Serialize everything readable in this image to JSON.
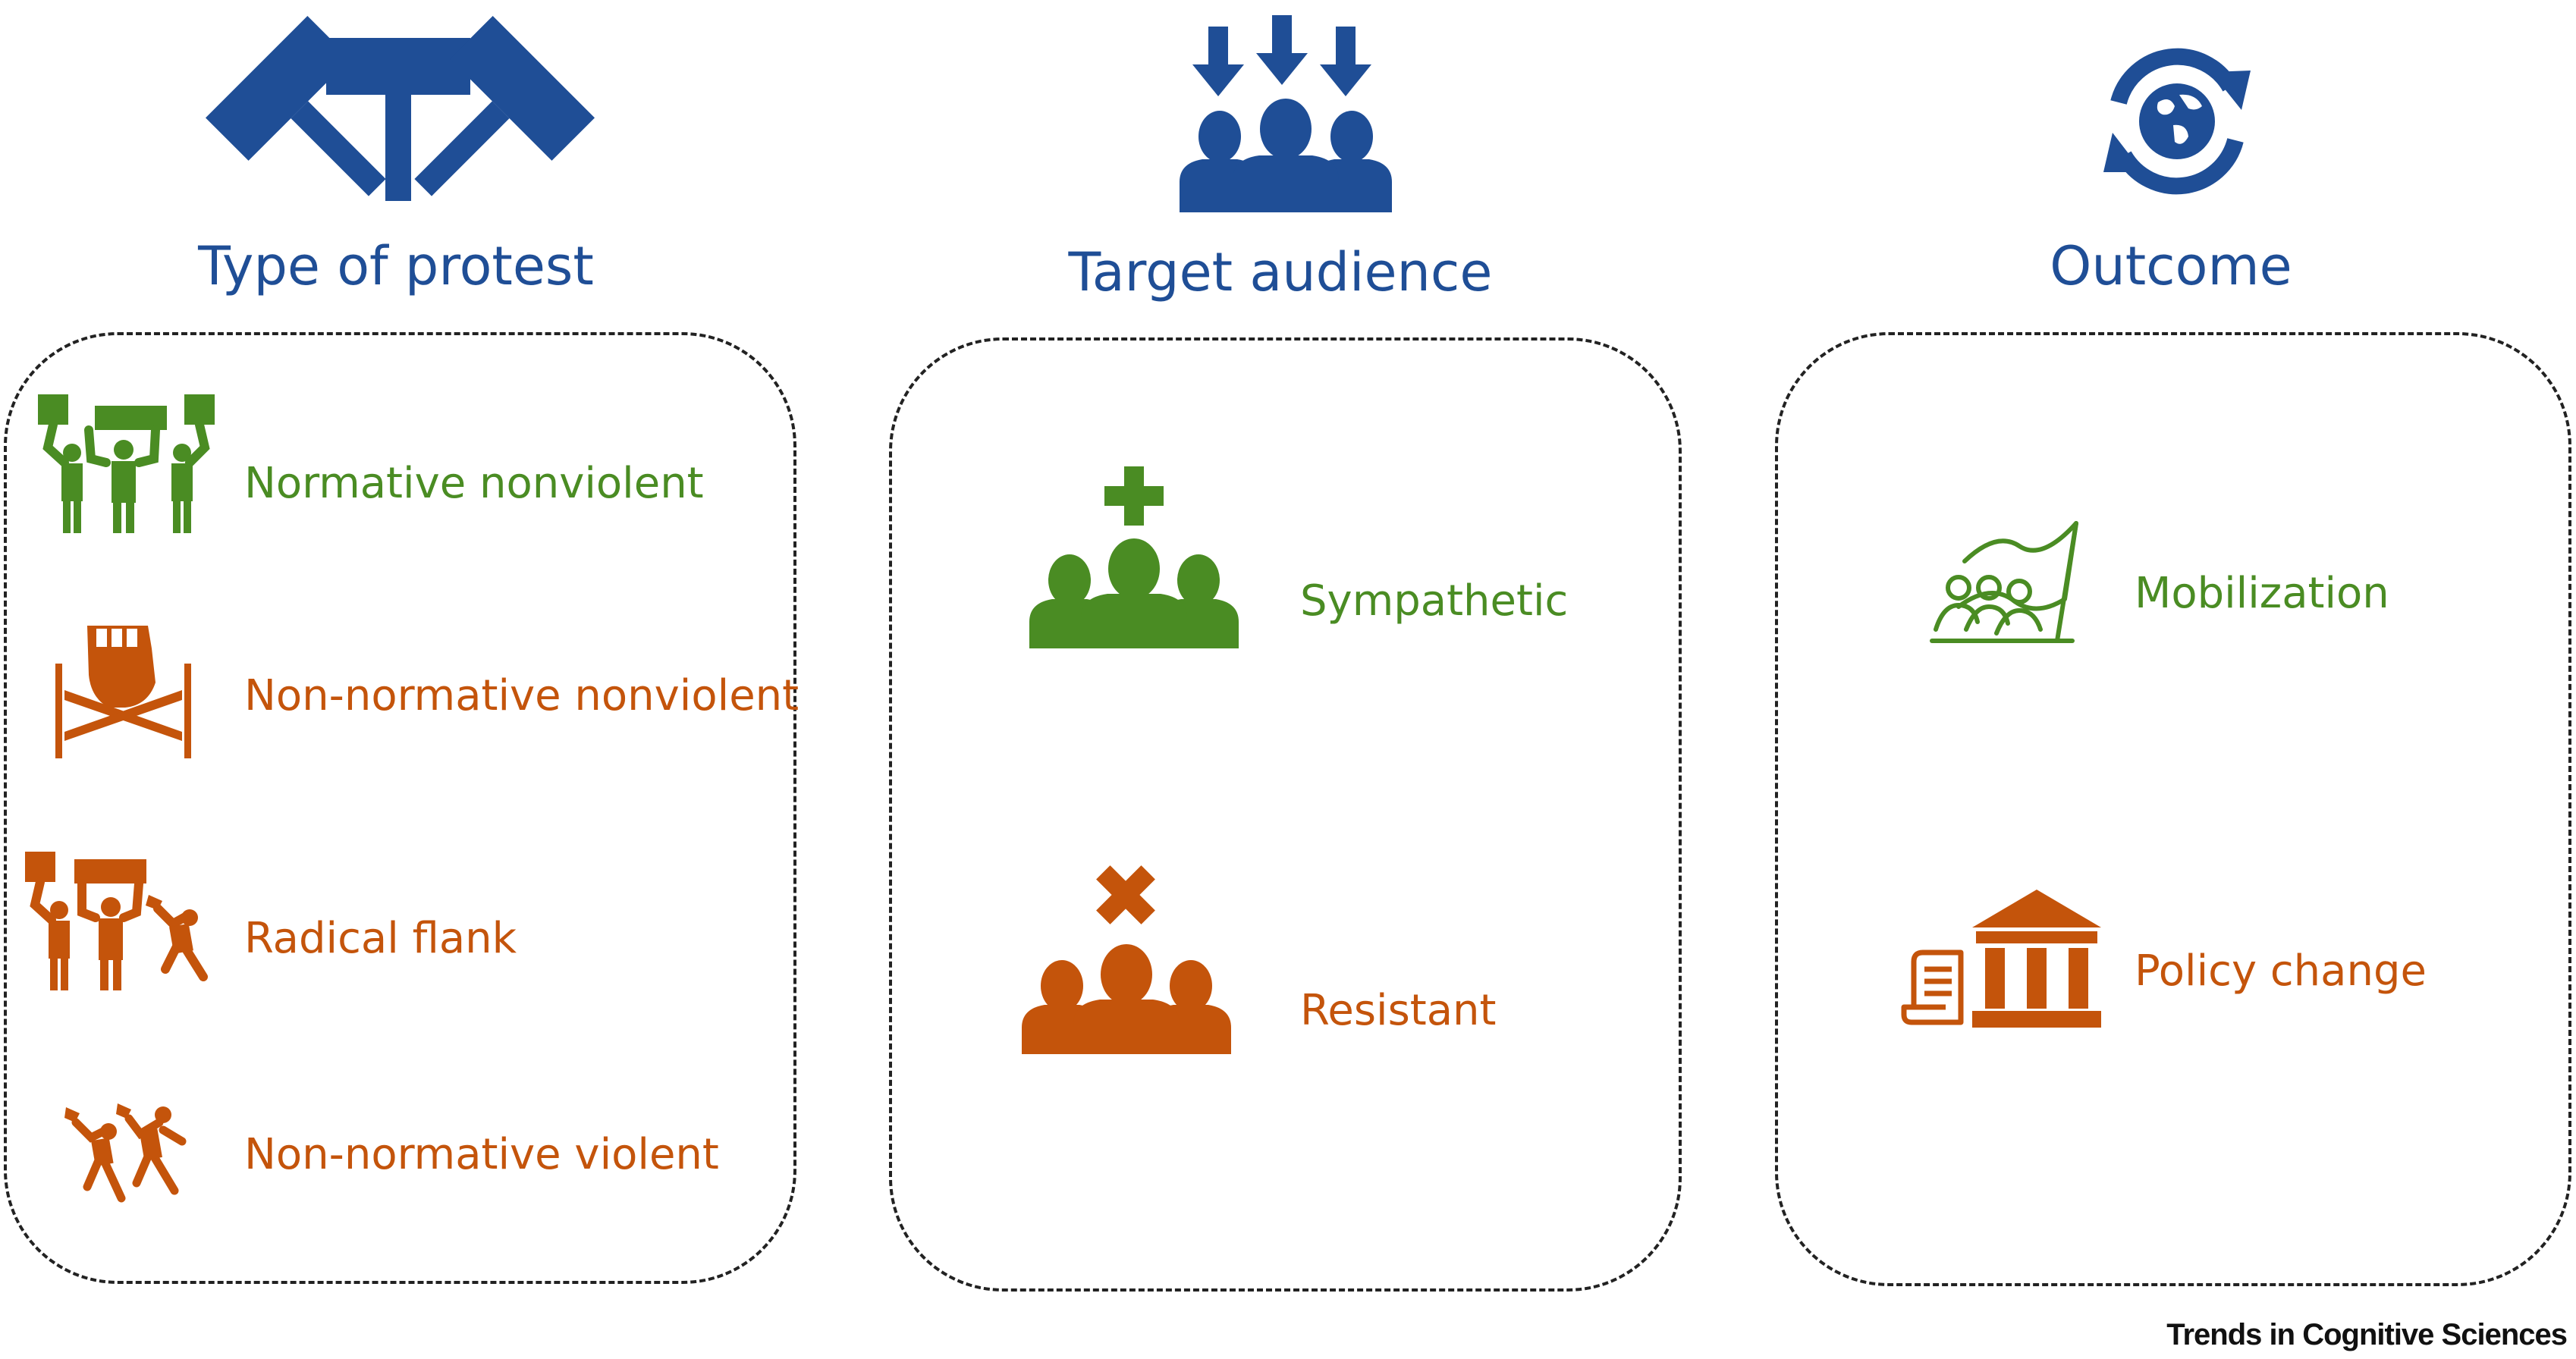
{
  "colors": {
    "blue": "#1f4e96",
    "green": "#4a8c23",
    "orange": "#c4540b"
  },
  "columns": [
    {
      "heading": "Type of protest",
      "icon": "gavels-icon",
      "items": [
        {
          "label": "Normative nonviolent",
          "color": "green",
          "icon": "sign-protesters-icon"
        },
        {
          "label": "Non-normative nonviolent",
          "color": "orange",
          "icon": "fist-barricade-icon"
        },
        {
          "label": "Radical flank",
          "color": "orange",
          "icon": "mixed-protesters-icon"
        },
        {
          "label": "Non-normative violent",
          "color": "orange",
          "icon": "violent-protesters-icon"
        }
      ]
    },
    {
      "heading": "Target audience",
      "icon": "audience-arrows-icon",
      "items": [
        {
          "label": "Sympathetic",
          "color": "green",
          "icon": "plus-group-icon"
        },
        {
          "label": "Resistant",
          "color": "orange",
          "icon": "cross-group-icon"
        }
      ]
    },
    {
      "heading": "Outcome",
      "icon": "globe-cycle-icon",
      "items": [
        {
          "label": "Mobilization",
          "color": "green",
          "icon": "flag-crowd-icon"
        },
        {
          "label": "Policy change",
          "color": "orange",
          "icon": "government-building-icon"
        }
      ]
    }
  ],
  "footer": "Trends in Cognitive Sciences"
}
